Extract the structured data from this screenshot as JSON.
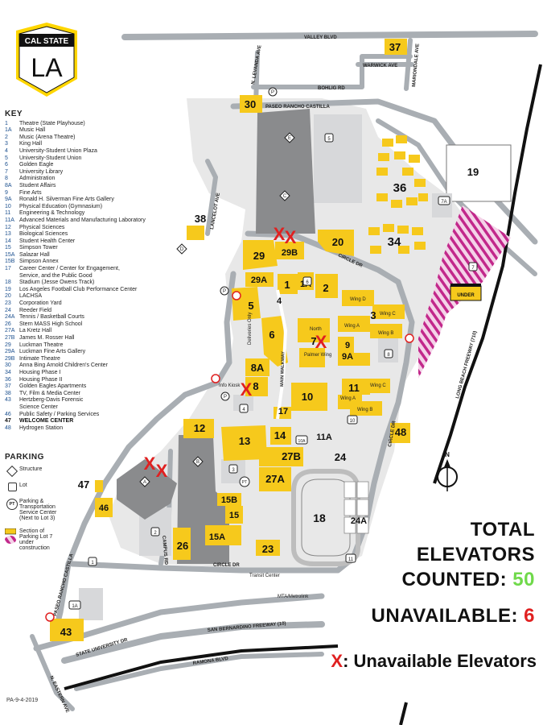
{
  "logo": {
    "line1": "CAL STATE",
    "line2": "LA"
  },
  "key": {
    "title": "KEY",
    "items": [
      {
        "num": "1",
        "name": "Theatre (State Playhouse)"
      },
      {
        "num": "1A",
        "name": "Music Hall"
      },
      {
        "num": "2",
        "name": "Music (Arena Theatre)"
      },
      {
        "num": "3",
        "name": "King Hall"
      },
      {
        "num": "4",
        "name": "University-Student Union Plaza"
      },
      {
        "num": "5",
        "name": "University-Student Union"
      },
      {
        "num": "6",
        "name": "Golden Eagle"
      },
      {
        "num": "7",
        "name": "University Library"
      },
      {
        "num": "8",
        "name": "Administration"
      },
      {
        "num": "8A",
        "name": "Student Affairs"
      },
      {
        "num": "9",
        "name": "Fine Arts"
      },
      {
        "num": "9A",
        "name": "Ronald H. Silverman Fine Arts Gallery"
      },
      {
        "num": "10",
        "name": "Physical Education (Gymnasium)"
      },
      {
        "num": "11",
        "name": "Engineering & Technology"
      },
      {
        "num": "11A",
        "name": "Advanced Materials and Manufacturing Laboratory"
      },
      {
        "num": "12",
        "name": "Physical Sciences"
      },
      {
        "num": "13",
        "name": "Biological Sciences"
      },
      {
        "num": "14",
        "name": "Student Health Center"
      },
      {
        "num": "15",
        "name": "Simpson Tower"
      },
      {
        "num": "15A",
        "name": "Salazar Hall"
      },
      {
        "num": "15B",
        "name": "Simpson Annex"
      },
      {
        "num": "17",
        "name": "Career Center / Center for Engagement,"
      },
      {
        "num": "",
        "name": "Service, and the Public Good"
      },
      {
        "num": "18",
        "name": "Stadium (Jesse Owens Track)"
      },
      {
        "num": "19",
        "name": "Los Angeles Football Club Performance Center"
      },
      {
        "num": "20",
        "name": "LACHSA"
      },
      {
        "num": "23",
        "name": "Corporation Yard"
      },
      {
        "num": "24",
        "name": "Reeder Field"
      },
      {
        "num": "24A",
        "name": "Tennis / Basketball Courts"
      },
      {
        "num": "26",
        "name": "Stern MASS High School"
      },
      {
        "num": "27A",
        "name": "La Kretz Hall"
      },
      {
        "num": "27B",
        "name": "James M. Rosser Hall"
      },
      {
        "num": "29",
        "name": "Luckman Theatre"
      },
      {
        "num": "29A",
        "name": "Luckman Fine Arts Gallery"
      },
      {
        "num": "29B",
        "name": "Intimate Theatre"
      },
      {
        "num": "30",
        "name": "Anna Bing Arnold Children's Center"
      },
      {
        "num": "34",
        "name": "Housing Phase I"
      },
      {
        "num": "36",
        "name": "Housing Phase II"
      },
      {
        "num": "37",
        "name": "Golden Eagles Apartments"
      },
      {
        "num": "38",
        "name": "TV, Film & Media Center"
      },
      {
        "num": "43",
        "name": "Hertzberg-Davis Forensic"
      },
      {
        "num": "",
        "name": "Science Center"
      },
      {
        "num": "46",
        "name": "Public Safety / Parking Services"
      },
      {
        "num": "47",
        "name": "WELCOME CENTER",
        "bold": true
      },
      {
        "num": "48",
        "name": "Hydrogen Station"
      }
    ]
  },
  "parking": {
    "title": "PARKING",
    "structure": "Structure",
    "lot": "Lot",
    "pt_symbol": "PT",
    "pt_lines": [
      "Parking &",
      "Transportation",
      "Service Center",
      "(Next to Lot 3)"
    ],
    "construction_lines": [
      "Section of",
      "Parking Lot 7",
      "under",
      "construction"
    ]
  },
  "stats": {
    "total_line1": "TOTAL",
    "total_line2": "ELEVATORS",
    "counted_label": "COUNTED:",
    "counted_value": "50",
    "unavailable_label": "UNAVAILABLE:",
    "unavailable_value": "6"
  },
  "legend_x": {
    "symbol": "X",
    "text": ": Unavailable Elevators"
  },
  "doc_code": "PA-9-4-2019",
  "colors": {
    "building": "#f6c91c",
    "structure": "#888888",
    "road": "#a9aeb3",
    "ground": "#e5e5e5",
    "x_mark": "#e02020",
    "counted": "#6fd94a",
    "construction": "#c2288b",
    "freeway": "#111111"
  },
  "map": {
    "streets": {
      "valley": "VALLEY BLVD",
      "warwick": "WARWICK AVE",
      "bohlig": "BOHLIG RD",
      "paseo_top": "PASEO RANCHO CASTILLA",
      "levanda": "N. LEVANDA AVE",
      "mariondale": "MARIONDALE AVE",
      "lancelot": "LANCELOT AVE",
      "circle_top": "CIRCLE DR",
      "circle_right": "CIRCLE DR",
      "circle_bottom": "CIRCLE DR",
      "campus": "CAMPUS RD",
      "paseo_left": "PASEO RANCHO CASTILLA",
      "state_univ": "STATE UNIVERSITY DR",
      "sb_freeway": "SAN BERNARDINO FREEWAY (10)",
      "ramona": "RAMONA BLVD",
      "eastern": "N. EASTERN AVE",
      "lb_freeway": "LONG BEACH FREEWAY (710)",
      "main_walkway": "MAIN WALKWAY"
    },
    "labels": {
      "deliveries": "Deliveries Only",
      "info_kiosk": "Info Kiosk",
      "transit": "Transit Center",
      "metrolink": "MTA/Metrolink",
      "north": "North",
      "palmer": "Palmer Wing",
      "wing_d": "Wing D",
      "wing_a_3": "Wing A",
      "wing_b_3": "Wing B",
      "wing_c_3": "Wing C",
      "wing_c_11": "Wing C",
      "wing_a_11": "Wing A",
      "wing_b_11": "Wing B",
      "under": "UNDER"
    },
    "buildings": {
      "b1": "1",
      "b1a": "1A",
      "b2": "2",
      "b3": "3",
      "b4": "4",
      "b5": "5",
      "b6": "6",
      "b7": "7",
      "b8": "8",
      "b8a": "8A",
      "b9": "9",
      "b9a": "9A",
      "b10": "10",
      "b11": "11",
      "b11a": "11A",
      "b12": "12",
      "b13": "13",
      "b14": "14",
      "b15": "15",
      "b15a": "15A",
      "b15b": "15B",
      "b17": "17",
      "b18": "18",
      "b19": "19",
      "b20": "20",
      "b23": "23",
      "b24": "24",
      "b24a": "24A",
      "b26": "26",
      "b27a": "27A",
      "b27b": "27B",
      "b29": "29",
      "b29a": "29A",
      "b29b": "29B",
      "b30": "30",
      "b34": "34",
      "b36": "36",
      "b37": "37",
      "b38": "38",
      "b43": "43",
      "b46": "46",
      "b47": "47",
      "b48": "48"
    },
    "parking": {
      "ps_a": "A",
      "ps_b": "B",
      "ps_c": "C",
      "ps_d": "D",
      "ps_e": "E",
      "lot_1": "1",
      "lot_1a": "1A",
      "lot_2": "2",
      "lot_3": "3",
      "lot_4": "4",
      "lot_5": "5",
      "lot_6": "6",
      "lot_7": "7",
      "lot_7a": "7A",
      "lot_8": "8",
      "lot_10": "10",
      "lot_11": "11",
      "lot_10a": "10A",
      "p1": "P",
      "p2": "P",
      "p3": "P",
      "pt": "PT"
    },
    "compass": "N",
    "x_mark": "X"
  }
}
